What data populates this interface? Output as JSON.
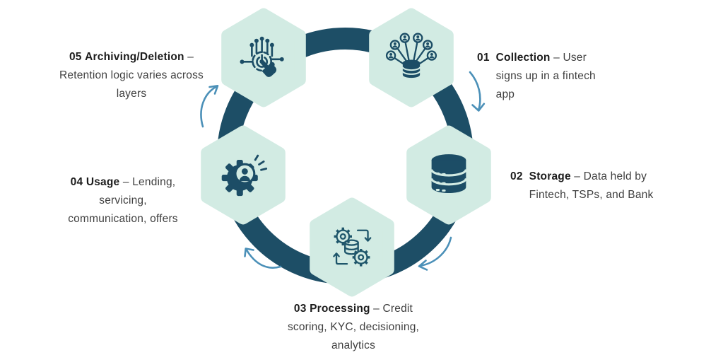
{
  "colors": {
    "ring": "#1d4e66",
    "hexagon_fill": "#d2ebe3",
    "icon": "#1c4d66",
    "arrow": "#4b90b8",
    "heading_text": "#1c1c1c",
    "body_text": "#3f3f3f"
  },
  "stages": [
    {
      "number": "01",
      "title": "Collection",
      "separator": "–",
      "description": "User signs up in a fintech app",
      "icon": "users-to-database-icon"
    },
    {
      "number": "02",
      "title": "Storage",
      "separator": "–",
      "description": "Data held by Fintech, TSPs, and Bank",
      "icon": "database-icon"
    },
    {
      "number": "03",
      "title": "Processing",
      "separator": "–",
      "description": "Credit scoring, KYC, decisioning, analytics",
      "icon": "gears-database-sync-icon"
    },
    {
      "number": "04",
      "title": "Usage",
      "separator": "–",
      "description": "Lending, servicing, communication, offers",
      "icon": "user-in-gear-icon"
    },
    {
      "number": "05",
      "title": "Archiving/Deletion",
      "separator": "–",
      "description": "Retention logic varies across layers",
      "icon": "touch-circuit-icon"
    }
  ],
  "arrows": [
    {
      "name": "arrow-collection-to-storage",
      "direction": "clockwise"
    },
    {
      "name": "arrow-storage-to-processing",
      "direction": "clockwise"
    },
    {
      "name": "arrow-processing-to-usage",
      "direction": "clockwise"
    },
    {
      "name": "arrow-usage-to-archiving",
      "direction": "clockwise"
    }
  ]
}
